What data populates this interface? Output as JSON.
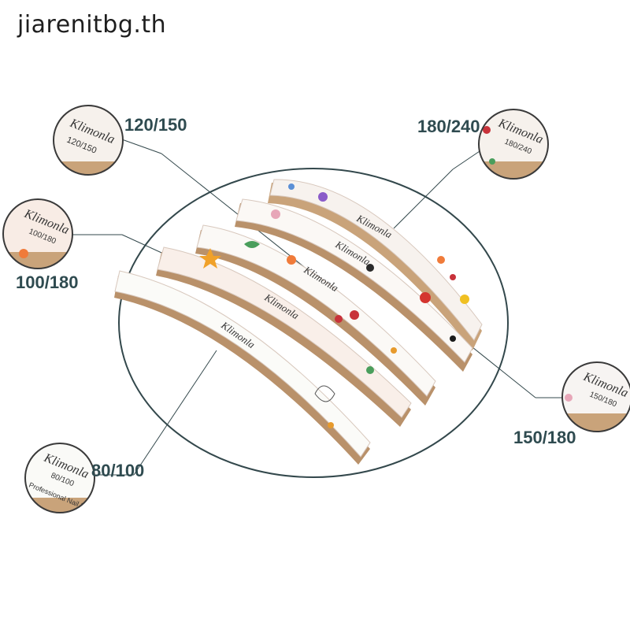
{
  "watermark": "jiarenitbg.th",
  "brand": "Klimonla",
  "product_text": "Professional Nail File",
  "labels": {
    "g120_150": "120/150",
    "g180_240": "180/240",
    "g100_180": "100/180",
    "g150_180": "150/180",
    "g80_100": "80/100"
  },
  "colors": {
    "accent": "#2f4b50",
    "leader_line": "#33484c"
  }
}
